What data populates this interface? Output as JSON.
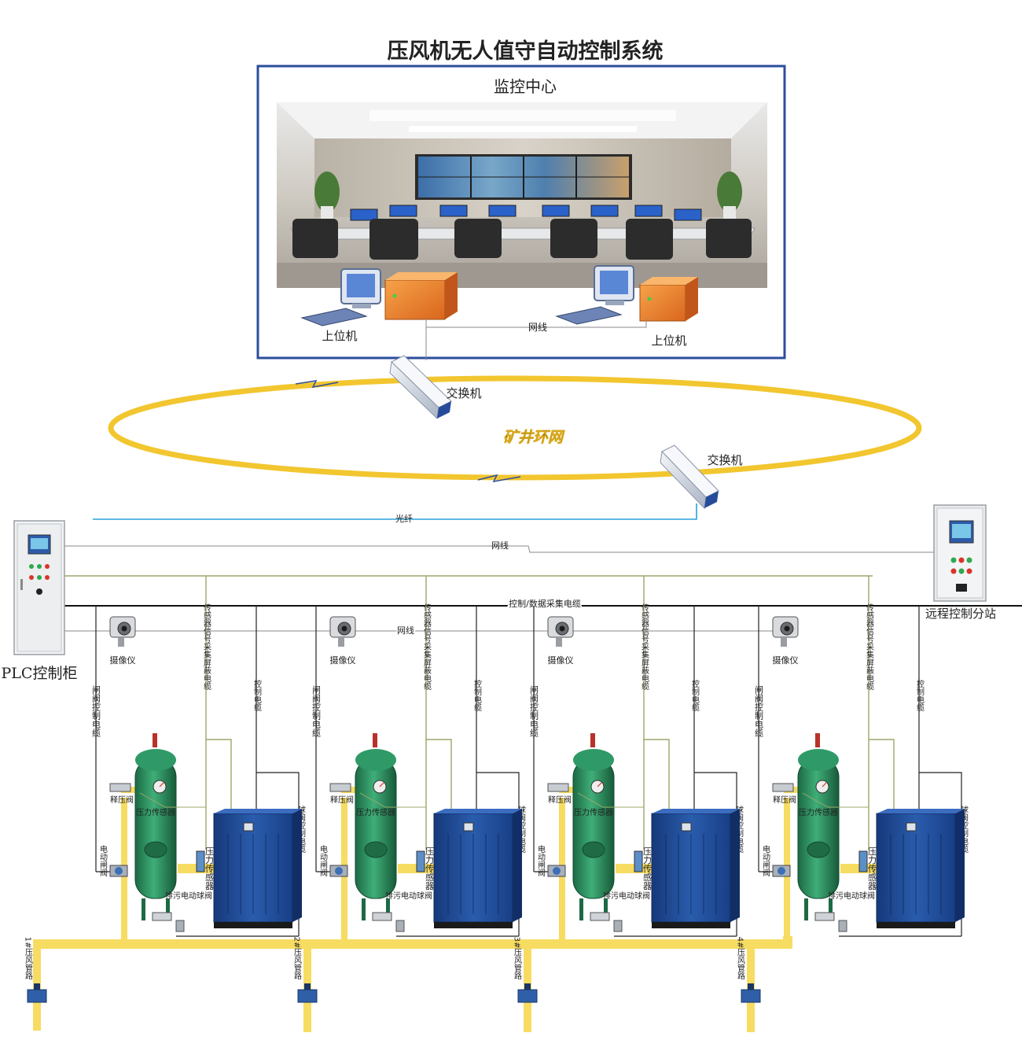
{
  "title": "压风机无人值守自动控制系统",
  "monitor_center": {
    "label": "监控中心",
    "host_left": "上位机",
    "host_right": "上位机",
    "network_line": "网线"
  },
  "ring": {
    "label": "矿井环网",
    "switch_top": "交换机",
    "switch_right": "交换机"
  },
  "lines": {
    "fiber": "光纤",
    "network": "网线",
    "control_data": "控制/数据采集电缆",
    "camera_net": "网线"
  },
  "plc_cabinet": "PLC控制柜",
  "remote_station": "远程控制分站",
  "units": [
    {
      "camera": "摄像仪",
      "gate_cable": "闸阀控制电缆",
      "sensor_cable": "传感器信号采集屏蔽电缆",
      "control_cable": "控制电缆",
      "relief": "释压阀",
      "pressure_sensor_tank": "压力传感器",
      "electric_valve": "电动闸阀",
      "drain_valve": "排污电动球阀",
      "pressure_sensor": "压力传感器",
      "ball_valve_cable": "球阀控制电缆",
      "pipe": "1#压风管路"
    },
    {
      "camera": "摄像仪",
      "gate_cable": "闸阀控制电缆",
      "sensor_cable": "传感器信号采集屏蔽电缆",
      "control_cable": "控制电缆",
      "relief": "释压阀",
      "pressure_sensor_tank": "压力传感器",
      "electric_valve": "电动闸阀",
      "drain_valve": "排污电动球阀",
      "pressure_sensor": "压力传感器",
      "ball_valve_cable": "球阀控制电缆",
      "pipe": "2#压风管路"
    },
    {
      "camera": "摄像仪",
      "gate_cable": "闸阀控制电缆",
      "sensor_cable": "传感器信号采集屏蔽电缆",
      "control_cable": "控制电缆",
      "relief": "释压阀",
      "pressure_sensor_tank": "压力传感器",
      "electric_valve": "电动闸阀",
      "drain_valve": "排污电动球阀",
      "pressure_sensor": "压力传感器",
      "ball_valve_cable": "球阀控制电缆",
      "pipe": "3#压风管路"
    },
    {
      "camera": "摄像仪",
      "gate_cable": "闸阀控制电缆",
      "sensor_cable": "传感器信号采集屏蔽电缆",
      "control_cable": "控制电缆",
      "relief": "释压阀",
      "pressure_sensor_tank": "压力传感器",
      "electric_valve": "电动闸阀",
      "drain_valve": "排污电动球阀",
      "pressure_sensor": "压力传感器",
      "ball_valve_cable": "球阀控制电缆",
      "pipe": "4#压风管路"
    }
  ],
  "colors": {
    "ring": "#f2c62f",
    "pipe": "#f7dc62",
    "tank": "#2a8c5c",
    "compressor": "#1d4d97",
    "fiber": "#2aa0d8",
    "frame": "#2c4e9c",
    "sensor_line": "#9aa86a"
  }
}
